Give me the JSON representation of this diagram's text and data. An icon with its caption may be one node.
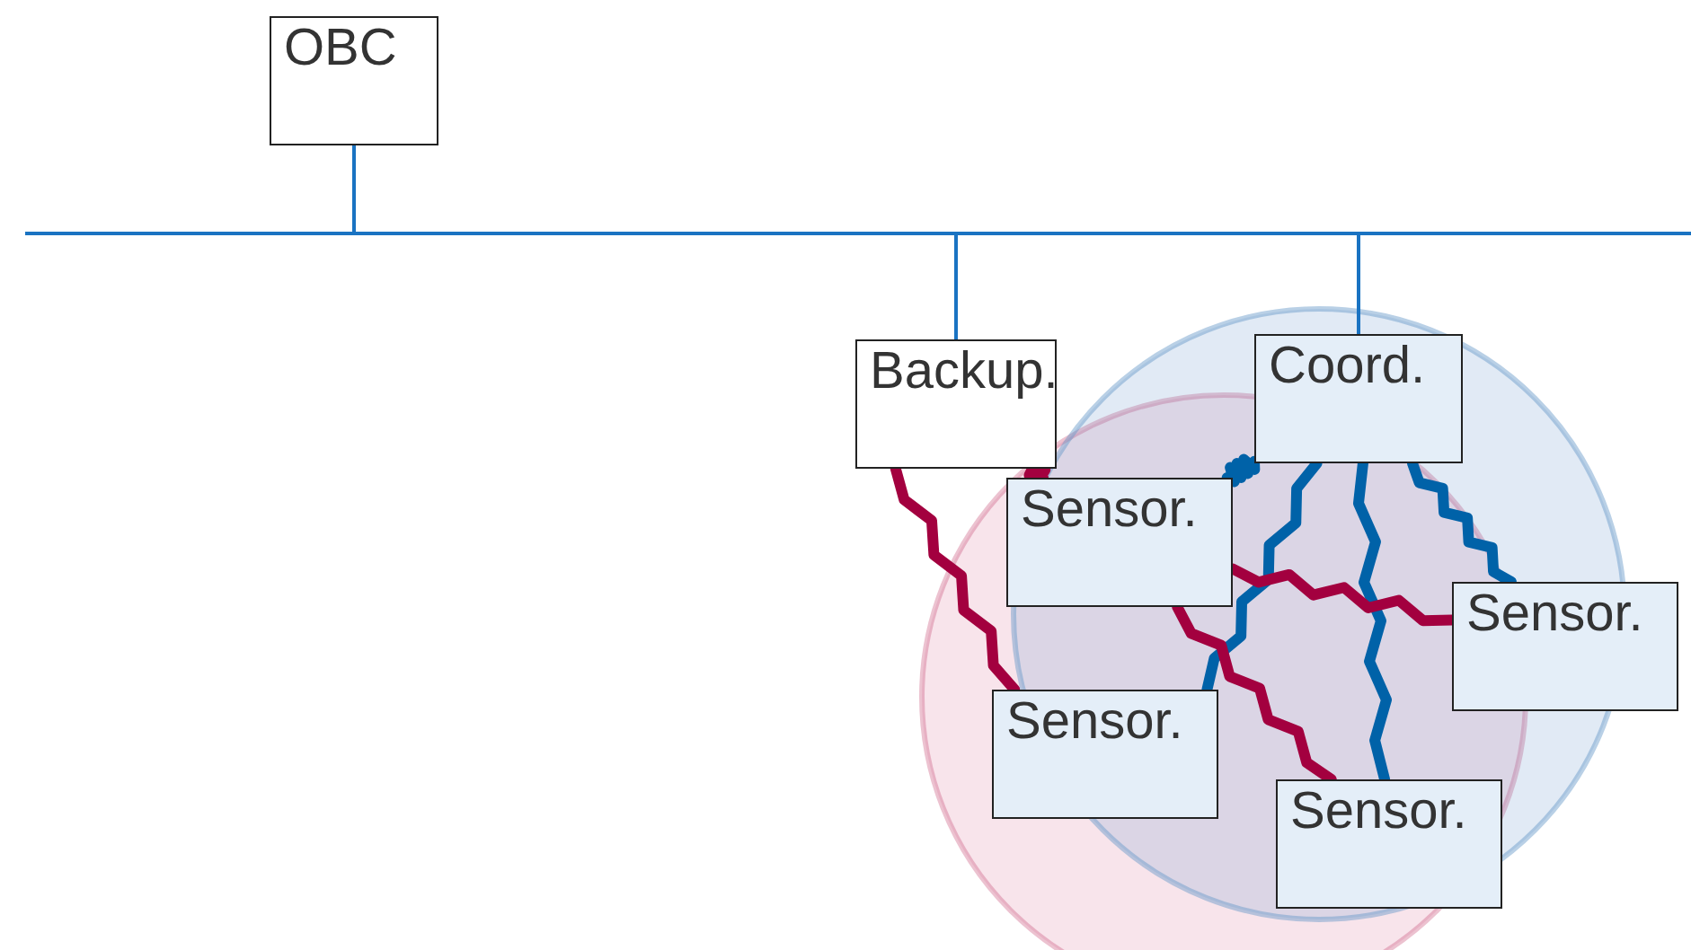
{
  "diagram": {
    "nodes": [
      {
        "text": [
          "OBC"
        ]
      },
      {
        "text": [],
        "shape": "bar"
      },
      {
        "text": [
          "Backup."
        ]
      },
      {
        "text": [
          "Coord."
        ]
      },
      {
        "text": [
          "Sensor."
        ]
      },
      {
        "text": [
          "Sensor."
        ]
      },
      {
        "text": [
          "Sensor."
        ]
      },
      {
        "text": [
          "Sensor."
        ]
      }
    ],
    "edges": [
      {
        "from": 0,
        "to": 1,
        "arrow": "none"
      },
      {
        "from": 1,
        "to": 2,
        "arrow": "none"
      },
      {
        "from": 1,
        "to": 3,
        "arrow": "none"
      },
      {
        "from": 4,
        "to": 3,
        "arrow": "none",
        "color": "#0062a8"
      },
      {
        "from": 3,
        "to": 5,
        "arrow": "none",
        "color": "#0062a8"
      },
      {
        "from": 3,
        "to": 6,
        "arrow": "none",
        "color": "#0062a8"
      },
      {
        "from": 3,
        "to": 7,
        "arrow": "none",
        "color": "#0062a8"
      },
      {
        "from": 2,
        "to": 4,
        "arrow": "none",
        "color": "#a3003f"
      },
      {
        "from": 2,
        "to": 6,
        "arrow": "none",
        "color": "#a3003f"
      },
      {
        "from": 4,
        "to": 5,
        "arrow": "none",
        "color": "#a3003f"
      },
      {
        "from": 4,
        "to": 7,
        "arrow": "none",
        "color": "#a3003f"
      }
    ]
  }
}
